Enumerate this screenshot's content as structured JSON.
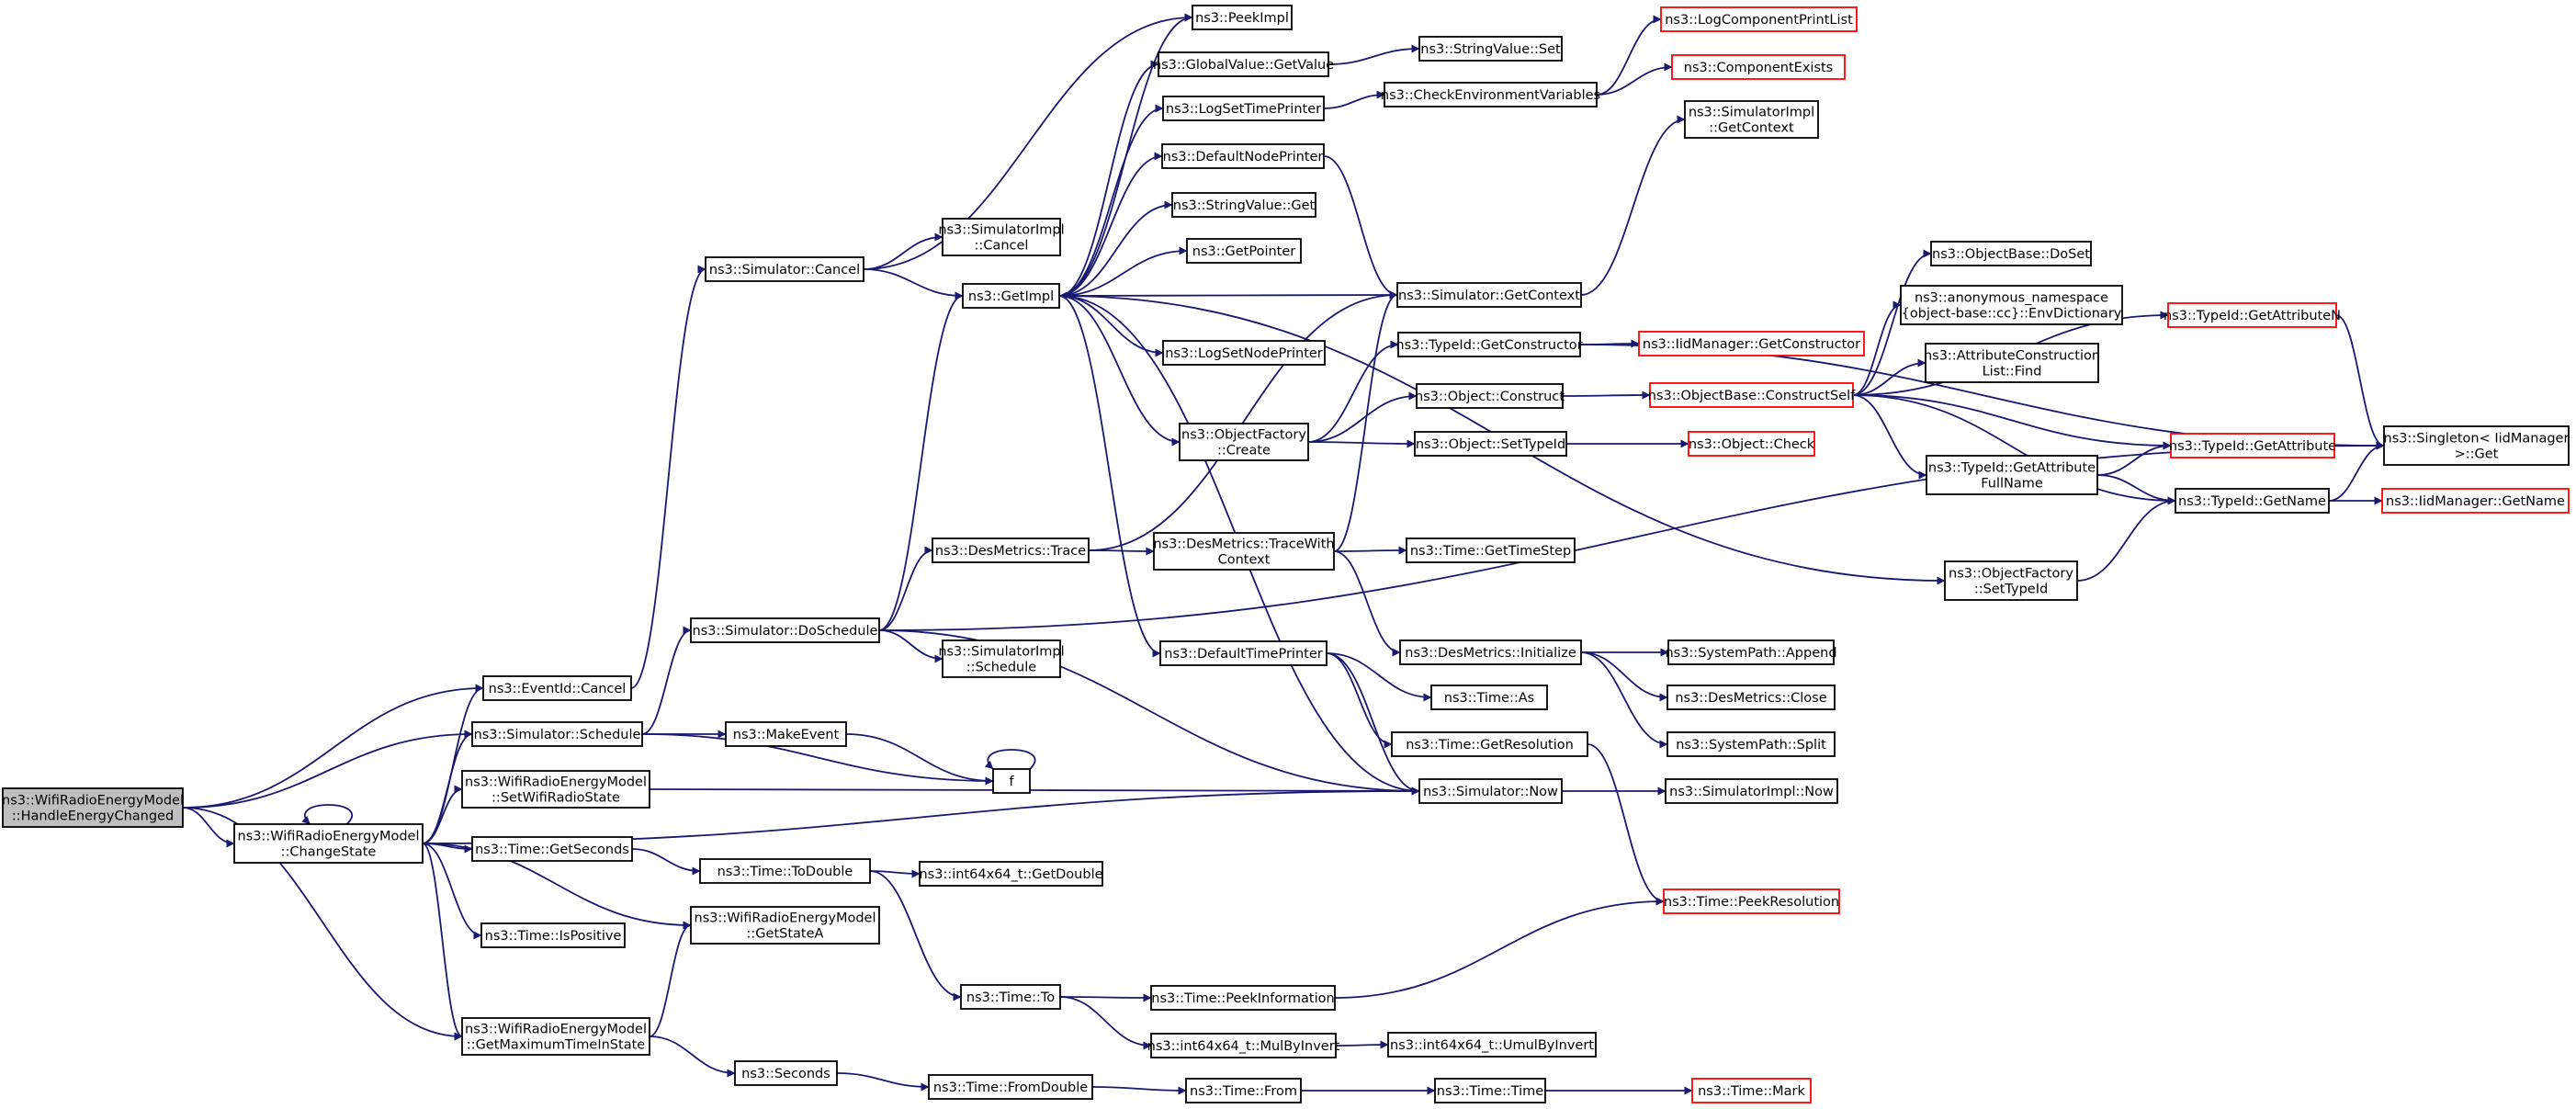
{
  "diagram": {
    "colors": {
      "edge": "#191970",
      "node_border": "#000000",
      "node_border_external": "#ff0000",
      "root_fill": "#bfbfbf",
      "background": "#ffffff"
    },
    "nodes": [
      {
        "id": "root",
        "lines": [
          "ns3::WifiRadioEnergyModel",
          "::HandleEnergyChanged"
        ],
        "style": "root"
      },
      {
        "id": "eventCancel",
        "lines": [
          "ns3::EventId::Cancel"
        ]
      },
      {
        "id": "simSchedule",
        "lines": [
          "ns3::Simulator::Schedule"
        ]
      },
      {
        "id": "setRadio",
        "lines": [
          "ns3::WifiRadioEnergyModel",
          "::SetWifiRadioState"
        ]
      },
      {
        "id": "changeState",
        "lines": [
          "ns3::WifiRadioEnergyModel",
          "::ChangeState"
        ]
      },
      {
        "id": "getSeconds",
        "lines": [
          "ns3::Time::GetSeconds"
        ]
      },
      {
        "id": "isPositive",
        "lines": [
          "ns3::Time::IsPositive"
        ]
      },
      {
        "id": "getMax",
        "lines": [
          "ns3::WifiRadioEnergyModel",
          "::GetMaximumTimeInState"
        ]
      },
      {
        "id": "simCancel",
        "lines": [
          "ns3::Simulator::Cancel"
        ]
      },
      {
        "id": "doSchedule",
        "lines": [
          "ns3::Simulator::DoSchedule"
        ]
      },
      {
        "id": "makeEvent",
        "lines": [
          "ns3::MakeEvent"
        ]
      },
      {
        "id": "toDouble",
        "lines": [
          "ns3::Time::ToDouble"
        ]
      },
      {
        "id": "getStateA",
        "lines": [
          "ns3::WifiRadioEnergyModel",
          "::GetStateA"
        ]
      },
      {
        "id": "seconds",
        "lines": [
          "ns3::Seconds"
        ]
      },
      {
        "id": "implCancel",
        "lines": [
          "ns3::SimulatorImpl",
          "::Cancel"
        ]
      },
      {
        "id": "getImpl",
        "lines": [
          "ns3::GetImpl"
        ]
      },
      {
        "id": "desTrace",
        "lines": [
          "ns3::DesMetrics::Trace"
        ]
      },
      {
        "id": "implSchedule",
        "lines": [
          "ns3::SimulatorImpl",
          "::Schedule"
        ]
      },
      {
        "id": "f",
        "lines": [
          "f"
        ]
      },
      {
        "id": "getDouble",
        "lines": [
          "ns3::int64x64_t::GetDouble"
        ]
      },
      {
        "id": "timeTo",
        "lines": [
          "ns3::Time::To"
        ]
      },
      {
        "id": "fromDouble",
        "lines": [
          "ns3::Time::FromDouble"
        ]
      },
      {
        "id": "peekImpl",
        "lines": [
          "ns3::PeekImpl"
        ]
      },
      {
        "id": "gvGetValue",
        "lines": [
          "ns3::GlobalValue::GetValue"
        ]
      },
      {
        "id": "logSetTime",
        "lines": [
          "ns3::LogSetTimePrinter"
        ]
      },
      {
        "id": "defNode",
        "lines": [
          "ns3::DefaultNodePrinter"
        ]
      },
      {
        "id": "svGet",
        "lines": [
          "ns3::StringValue::Get"
        ]
      },
      {
        "id": "getPointer",
        "lines": [
          "ns3::GetPointer"
        ]
      },
      {
        "id": "logSetNode",
        "lines": [
          "ns3::LogSetNodePrinter"
        ]
      },
      {
        "id": "ofCreate",
        "lines": [
          "ns3::ObjectFactory",
          "::Create"
        ]
      },
      {
        "id": "traceCtx",
        "lines": [
          "ns3::DesMetrics::TraceWith",
          "Context"
        ]
      },
      {
        "id": "defTime",
        "lines": [
          "ns3::DefaultTimePrinter"
        ]
      },
      {
        "id": "peekInfo",
        "lines": [
          "ns3::Time::PeekInformation"
        ]
      },
      {
        "id": "mulByInvert",
        "lines": [
          "ns3::int64x64_t::MulByInvert"
        ]
      },
      {
        "id": "timeFrom",
        "lines": [
          "ns3::Time::From"
        ]
      },
      {
        "id": "svSet",
        "lines": [
          "ns3::StringValue::Set"
        ]
      },
      {
        "id": "checkEnv",
        "lines": [
          "ns3::CheckEnvironmentVariables"
        ]
      },
      {
        "id": "simGetCtx",
        "lines": [
          "ns3::Simulator::GetContext"
        ]
      },
      {
        "id": "tidGetCons",
        "lines": [
          "ns3::TypeId::GetConstructor"
        ]
      },
      {
        "id": "objConstruct",
        "lines": [
          "ns3::Object::Construct"
        ]
      },
      {
        "id": "objSetTid",
        "lines": [
          "ns3::Object::SetTypeId"
        ]
      },
      {
        "id": "getTimeStep",
        "lines": [
          "ns3::Time::GetTimeStep"
        ]
      },
      {
        "id": "desInit",
        "lines": [
          "ns3::DesMetrics::Initialize"
        ]
      },
      {
        "id": "timeAs",
        "lines": [
          "ns3::Time::As"
        ]
      },
      {
        "id": "getRes",
        "lines": [
          "ns3::Time::GetResolution"
        ]
      },
      {
        "id": "simNow",
        "lines": [
          "ns3::Simulator::Now"
        ]
      },
      {
        "id": "umulByInvert",
        "lines": [
          "ns3::int64x64_t::UmulByInvert"
        ]
      },
      {
        "id": "timeTime",
        "lines": [
          "ns3::Time::Time"
        ]
      },
      {
        "id": "logCompPrint",
        "lines": [
          "ns3::LogComponentPrintList"
        ],
        "style": "red"
      },
      {
        "id": "compExists",
        "lines": [
          "ns3::ComponentExists"
        ],
        "style": "red"
      },
      {
        "id": "implGetCtx",
        "lines": [
          "ns3::SimulatorImpl",
          "::GetContext"
        ]
      },
      {
        "id": "iidGetCons",
        "lines": [
          "ns3::IidManager::GetConstructor"
        ],
        "style": "red"
      },
      {
        "id": "constructSelf",
        "lines": [
          "ns3::ObjectBase::ConstructSelf"
        ],
        "style": "red"
      },
      {
        "id": "objCheck",
        "lines": [
          "ns3::Object::Check"
        ],
        "style": "red"
      },
      {
        "id": "spAppend",
        "lines": [
          "ns3::SystemPath::Append"
        ]
      },
      {
        "id": "desClose",
        "lines": [
          "ns3::DesMetrics::Close"
        ]
      },
      {
        "id": "spSplit",
        "lines": [
          "ns3::SystemPath::Split"
        ]
      },
      {
        "id": "implNow",
        "lines": [
          "ns3::SimulatorImpl::Now"
        ]
      },
      {
        "id": "peekRes",
        "lines": [
          "ns3::Time::PeekResolution"
        ],
        "style": "red"
      },
      {
        "id": "timeMark",
        "lines": [
          "ns3::Time::Mark"
        ],
        "style": "red"
      },
      {
        "id": "obDoSet",
        "lines": [
          "ns3::ObjectBase::DoSet"
        ]
      },
      {
        "id": "envDict",
        "lines": [
          "ns3::anonymous_namespace",
          "{object-base::cc}::EnvDictionary"
        ]
      },
      {
        "id": "acFind",
        "lines": [
          "ns3::AttributeConstruction",
          "List::Find"
        ]
      },
      {
        "id": "getAttrFull",
        "lines": [
          "ns3::TypeId::GetAttribute",
          "FullName"
        ]
      },
      {
        "id": "ofSetTid",
        "lines": [
          "ns3::ObjectFactory",
          "::SetTypeId"
        ]
      },
      {
        "id": "getAttrN",
        "lines": [
          "ns3::TypeId::GetAttributeN"
        ],
        "style": "red"
      },
      {
        "id": "getAttr",
        "lines": [
          "ns3::TypeId::GetAttribute"
        ],
        "style": "red"
      },
      {
        "id": "getName",
        "lines": [
          "ns3::TypeId::GetName"
        ]
      },
      {
        "id": "singleton",
        "lines": [
          "ns3::Singleton< IidManager",
          " >::Get"
        ]
      },
      {
        "id": "iidGetName",
        "lines": [
          "ns3::IidManager::GetName"
        ],
        "style": "red"
      }
    ],
    "edges": [
      [
        "root",
        "eventCancel"
      ],
      [
        "root",
        "simSchedule"
      ],
      [
        "root",
        "changeState"
      ],
      [
        "root",
        "getMax"
      ],
      [
        "changeState",
        "changeState"
      ],
      [
        "changeState",
        "eventCancel"
      ],
      [
        "changeState",
        "simSchedule"
      ],
      [
        "changeState",
        "setRadio"
      ],
      [
        "changeState",
        "getSeconds"
      ],
      [
        "changeState",
        "isPositive"
      ],
      [
        "changeState",
        "getStateA"
      ],
      [
        "changeState",
        "getMax"
      ],
      [
        "changeState",
        "simNow"
      ],
      [
        "eventCancel",
        "simCancel"
      ],
      [
        "simSchedule",
        "doSchedule"
      ],
      [
        "simSchedule",
        "makeEvent"
      ],
      [
        "simSchedule",
        "f"
      ],
      [
        "setRadio",
        "simNow"
      ],
      [
        "getSeconds",
        "toDouble"
      ],
      [
        "getMax",
        "getStateA"
      ],
      [
        "getMax",
        "seconds"
      ],
      [
        "simCancel",
        "implCancel"
      ],
      [
        "simCancel",
        "getImpl"
      ],
      [
        "simCancel",
        "peekImpl"
      ],
      [
        "doSchedule",
        "getImpl"
      ],
      [
        "doSchedule",
        "desTrace"
      ],
      [
        "doSchedule",
        "implSchedule"
      ],
      [
        "doSchedule",
        "simNow"
      ],
      [
        "doSchedule",
        "singleton"
      ],
      [
        "makeEvent",
        "f"
      ],
      [
        "f",
        "f"
      ],
      [
        "toDouble",
        "getDouble"
      ],
      [
        "toDouble",
        "timeTo"
      ],
      [
        "seconds",
        "fromDouble"
      ],
      [
        "getImpl",
        "peekImpl"
      ],
      [
        "getImpl",
        "gvGetValue"
      ],
      [
        "getImpl",
        "logSetTime"
      ],
      [
        "getImpl",
        "defNode"
      ],
      [
        "getImpl",
        "svGet"
      ],
      [
        "getImpl",
        "getPointer"
      ],
      [
        "getImpl",
        "logSetNode"
      ],
      [
        "getImpl",
        "ofCreate"
      ],
      [
        "getImpl",
        "defTime"
      ],
      [
        "getImpl",
        "simNow"
      ],
      [
        "getImpl",
        "ofSetTid"
      ],
      [
        "simGetCtx",
        "getImpl"
      ],
      [
        "desTrace",
        "traceCtx"
      ],
      [
        "desTrace",
        "simGetCtx"
      ],
      [
        "timeTo",
        "peekInfo"
      ],
      [
        "timeTo",
        "mulByInvert"
      ],
      [
        "fromDouble",
        "timeFrom"
      ],
      [
        "gvGetValue",
        "svSet"
      ],
      [
        "logSetTime",
        "checkEnv"
      ],
      [
        "defNode",
        "simGetCtx"
      ],
      [
        "ofCreate",
        "tidGetCons"
      ],
      [
        "ofCreate",
        "objConstruct"
      ],
      [
        "ofCreate",
        "objSetTid"
      ],
      [
        "traceCtx",
        "simGetCtx"
      ],
      [
        "traceCtx",
        "getTimeStep"
      ],
      [
        "traceCtx",
        "desInit"
      ],
      [
        "defTime",
        "timeAs"
      ],
      [
        "defTime",
        "getRes"
      ],
      [
        "defTime",
        "simNow"
      ],
      [
        "peekInfo",
        "peekRes"
      ],
      [
        "mulByInvert",
        "umulByInvert"
      ],
      [
        "timeFrom",
        "timeTime"
      ],
      [
        "checkEnv",
        "logCompPrint"
      ],
      [
        "checkEnv",
        "compExists"
      ],
      [
        "simGetCtx",
        "implGetCtx"
      ],
      [
        "tidGetCons",
        "iidGetCons"
      ],
      [
        "tidGetCons",
        "singleton"
      ],
      [
        "objConstruct",
        "constructSelf"
      ],
      [
        "objSetTid",
        "objCheck"
      ],
      [
        "desInit",
        "spAppend"
      ],
      [
        "desInit",
        "desClose"
      ],
      [
        "desInit",
        "spSplit"
      ],
      [
        "getRes",
        "peekRes"
      ],
      [
        "simNow",
        "implNow"
      ],
      [
        "timeTime",
        "timeMark"
      ],
      [
        "constructSelf",
        "obDoSet"
      ],
      [
        "constructSelf",
        "envDict"
      ],
      [
        "constructSelf",
        "acFind"
      ],
      [
        "constructSelf",
        "getAttrFull"
      ],
      [
        "constructSelf",
        "getAttrN"
      ],
      [
        "constructSelf",
        "getAttr"
      ],
      [
        "constructSelf",
        "getName"
      ],
      [
        "getAttrFull",
        "getAttr"
      ],
      [
        "getAttrFull",
        "getName"
      ],
      [
        "ofSetTid",
        "getName"
      ],
      [
        "getAttrN",
        "singleton"
      ],
      [
        "getAttr",
        "singleton"
      ],
      [
        "getName",
        "singleton"
      ],
      [
        "getName",
        "iidGetName"
      ]
    ]
  }
}
